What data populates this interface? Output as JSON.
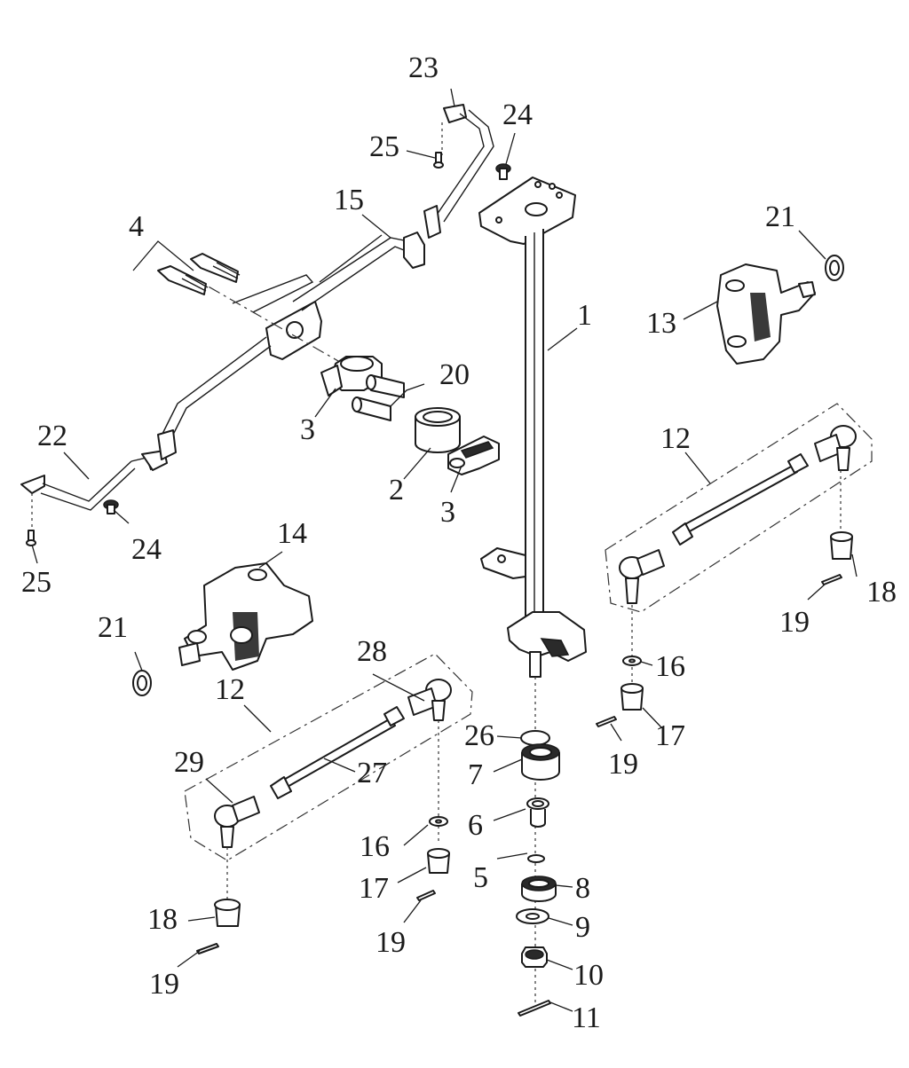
{
  "diagram": {
    "labels": {
      "l1": "1",
      "l2": "2",
      "l3a": "3",
      "l3b": "3",
      "l4": "4",
      "l5": "5",
      "l6": "6",
      "l7": "7",
      "l8": "8",
      "l9": "9",
      "l10": "10",
      "l11": "11",
      "l12a": "12",
      "l12b": "12",
      "l13": "13",
      "l14": "14",
      "l15": "15",
      "l16a": "16",
      "l16b": "16",
      "l17a": "17",
      "l17b": "17",
      "l18a": "18",
      "l18b": "18",
      "l19a": "19",
      "l19b": "19",
      "l19c": "19",
      "l19d": "19",
      "l20": "20",
      "l21a": "21",
      "l21b": "21",
      "l22": "22",
      "l23": "23",
      "l24a": "24",
      "l24b": "24",
      "l25a": "25",
      "l25b": "25",
      "l26": "26",
      "l27": "27",
      "l28": "28",
      "l29": "29"
    }
  }
}
